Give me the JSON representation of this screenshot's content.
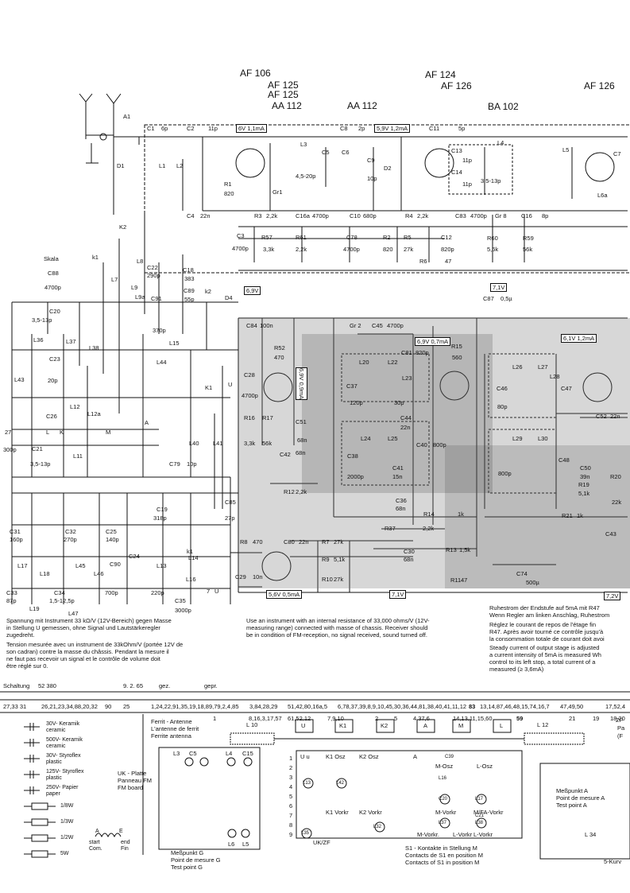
{
  "transistor_types": [
    "AF 106",
    "AF 125",
    "AF 125",
    "AF 124",
    "AF 126",
    "AF 126"
  ],
  "diode_types": [
    "AA 112",
    "AA 112",
    "BA 102"
  ],
  "components": {
    "fm_front": [
      "A1",
      "D1",
      "C1",
      "6p",
      "C2",
      "11p",
      "6V 1,1mA",
      "L1",
      "L2",
      "R1",
      "820",
      "C4",
      "22n",
      "L3",
      "C5",
      "4,5-20p",
      "C6",
      "C8",
      "2p",
      "5,9V 1,2mA",
      "C9",
      "10p",
      "D2",
      "C16a",
      "4700p",
      "C10",
      "680p",
      "R3",
      "2,2k",
      "R4",
      "2,2k",
      "C3",
      "4700p",
      "R57",
      "3,3k",
      "R61",
      "2,2k",
      "C78",
      "4700p",
      "R2",
      "820",
      "R5",
      "27k",
      "C12",
      "820p",
      "R6",
      "47",
      "C11",
      "5p",
      "C13",
      "11p",
      "C14",
      "11p",
      "L4",
      "3,5-13p",
      "L5",
      "C7",
      "L6a",
      "C83",
      "4700p",
      "Gr 8",
      "C16",
      "8p",
      "R60",
      "5,6k",
      "R59",
      "56k",
      "Gr1"
    ],
    "am_input": [
      "K2",
      "k1",
      "Skala",
      "C88",
      "4700p",
      "C20",
      "3,5-13p",
      "L36",
      "L37",
      "L38",
      "L43",
      "C23",
      "20p",
      "C26",
      "C21",
      "3,5-13p",
      "27",
      "300p",
      "L11",
      "L12",
      "L12a",
      "L7",
      "L8",
      "L9",
      "L9a",
      "C22",
      "290p",
      "C91",
      "370p",
      "C18",
      "383",
      "C89",
      "55p",
      "k2",
      "D4",
      "L15",
      "L44",
      "K1",
      "L40",
      "L41",
      "C79",
      "10p",
      "C19",
      "318p",
      "C85",
      "27p",
      "U",
      "M",
      "L",
      "A",
      "K"
    ],
    "if_stage": [
      "6,9V",
      "C84",
      "100n",
      "R52",
      "470",
      "C28",
      "4700p",
      "6,9V 0,9mA",
      "R16",
      "3,3k",
      "R17",
      "56k",
      "C51",
      "68n",
      "C42",
      "68n",
      "R12",
      "2,2k",
      "Gr 2",
      "C45",
      "4700p",
      "C81",
      "820p",
      "6,9V 0,7mA",
      "R15",
      "560",
      "L20",
      "L22",
      "L23",
      "C37",
      "120p",
      "30p",
      "C44",
      "22n",
      "L24",
      "L25",
      "C38",
      "2000p",
      "C41",
      "15n",
      "C40",
      "800p",
      "C36",
      "68n",
      "R14",
      "1k",
      "R37",
      "2,2k",
      "R13",
      "1,5k",
      "L26",
      "L27",
      "L28",
      "C46",
      "80p",
      "C47",
      "C48",
      "800p",
      "L29",
      "L30",
      "C50",
      "39n",
      "R19",
      "5,1k",
      "R20",
      "22k",
      "R21",
      "1k",
      "C52",
      "22n",
      "C43",
      "C74",
      "500µ",
      "7,1V",
      "C87",
      "0,5µ",
      "6,1V 1,2mA",
      "7,2V",
      "R11",
      "47",
      "C30",
      "68n"
    ],
    "osc": [
      "C31",
      "160p",
      "C32",
      "270p",
      "C25",
      "140p",
      "C90",
      "C24",
      "C33",
      "87p",
      "C34",
      "1,5-12,5p",
      "C35",
      "3000p",
      "L17",
      "L18",
      "L19",
      "L45",
      "L46",
      "L47",
      "L13",
      "L14",
      "L16",
      "700p",
      "220p",
      "R8",
      "470",
      "C80",
      "22n",
      "R7",
      "27k",
      "R9",
      "5,1k",
      "R10",
      "27k",
      "C29",
      "10n",
      "5,6V 0,5mA",
      "k1",
      "7",
      "U"
    ]
  },
  "notes": {
    "german": [
      "Spannung mit Instrument 33 kΩ/V (12V-Bereich) gegen Masse",
      "in Stellung U gemessen, ohne Signal und Lautstärkeregler",
      "zugedreht."
    ],
    "french": [
      "Tension mesurée avec un instrument de 33kOhm/V (portée 12V de",
      "son cadran) contre la masse du châssis. Pendant la mesure il",
      "ne faut pas recevoir un signal et le contrôle de volume doit",
      "être réglé sur 0."
    ],
    "english": [
      "Use an instrument with an internal resistance of 33,000 ohms/V (12V-",
      "measuring range) connected with masse of chassis. Receiver should",
      "be in condition of FM-reception, no signal received, sound turned off."
    ],
    "right_de": [
      "Ruhestrom der Endstufe auf 5mA mit R47",
      "Wenn Regler am linken Anschlag, Ruhestrom"
    ],
    "right_fr": [
      "Réglez le courant de repos de l'étage fin",
      "R47. Après avoir tourné ce contrôle jusqu'à",
      "la consommation totale de courant doit avoi"
    ],
    "right_en": [
      "Steady current of output stage is adjusted",
      "a current intensity of 5mA is measured Wh",
      "control to its left stop, a total current of a",
      "measured (≥ 3,6mA)"
    ]
  },
  "schaltung": {
    "label": "Schaltung",
    "number": "52 380",
    "date": "9. 2. 65",
    "gez": "gez.",
    "gepr": "gepr."
  },
  "parts_rows": {
    "row1": [
      "27,33  31",
      "26,21,23,34,88,20,32",
      "90",
      "25",
      "1,24,22,91,35,19,18,89,79,2,4,85",
      "3,84,28,29",
      "51,42,80,16a,5",
      "6,78,37,39,8,9,10,45,30,36,44,81,38,40,41,11,12",
      "83",
      "13,14,87,46,48,15,74,16,7",
      "47,49,50",
      "17,52,4"
    ],
    "row2": [
      "1",
      "8,16,3,17,57",
      "61,52,12",
      "7,9,10",
      "2",
      "5",
      "4,37,6",
      "14,13,11,15,60",
      "59",
      "21",
      "19",
      "18,20"
    ]
  },
  "legend": [
    {
      "sym": "-||-",
      "text": "30V- Keramik ceramic"
    },
    {
      "sym": "-||-",
      "text": "500V- Keramik ceramic"
    },
    {
      "sym": "-||-",
      "text": "30V- Styroflex plastic"
    },
    {
      "sym": "-||-",
      "text": "125V- Styroflex plastic"
    },
    {
      "sym": "-||-",
      "text": "250V- Papier paper"
    },
    {
      "sym": "-□-",
      "text": "1/8W"
    },
    {
      "sym": "-□-",
      "text": "1/3W"
    },
    {
      "sym": "-□-",
      "text": "1/2W"
    },
    {
      "sym": "-▮-",
      "text": "5W"
    }
  ],
  "coil_legend": {
    "a": "A",
    "e": "E",
    "start": "start",
    "com": "Com.",
    "end": "end",
    "fin": "Fin"
  },
  "ferrite": [
    "Ferrit - Antenne",
    "L'antenne de ferrit",
    "Ferrite antenna"
  ],
  "ferrite_coils": [
    "L 10",
    "L 12"
  ],
  "switch_keys": [
    "U",
    "K1",
    "K2",
    "A",
    "M",
    "L"
  ],
  "uk_board": {
    "title": [
      "UK - Platte",
      "Panneau FM",
      "FM board"
    ],
    "points": [
      "L3",
      "C5",
      "L4",
      "C15",
      "L6",
      "L5"
    ],
    "mess": [
      "Meßpunkt G",
      "Point de mesure G",
      "Test point G"
    ]
  },
  "s1_caption": [
    "S1 - Kontakte in Stellung M",
    "Contacts de S1 en position M",
    "Contacts of S1 in position M"
  ],
  "s1_cols": [
    "U u",
    "K1 Osz",
    "K2 Osz",
    "A",
    "M-Osz",
    "L-Osz",
    "K1 Vorkr",
    "K2 Vorkr",
    "M-Vorkr",
    "M/FA-Vorkr",
    "L-Vorkr",
    "M-Vorkr.",
    "L-Vorkr"
  ],
  "s1_numbers": [
    "1",
    "2",
    "3",
    "4",
    "5",
    "6",
    "7",
    "8",
    "9"
  ],
  "s1_parts": [
    "L13",
    "L42",
    "L16",
    "L17",
    "C20",
    "C21",
    "L32",
    "L35",
    "L37",
    "L38",
    "C39"
  ],
  "uk_zf": "UK/ZF",
  "right_board": {
    "mess": [
      "Meßpunkt A",
      "Point de mesure A",
      "Test point A"
    ],
    "labels": [
      "ZF",
      "Pa",
      "(F",
      "L 34",
      "5-Kurv"
    ]
  }
}
